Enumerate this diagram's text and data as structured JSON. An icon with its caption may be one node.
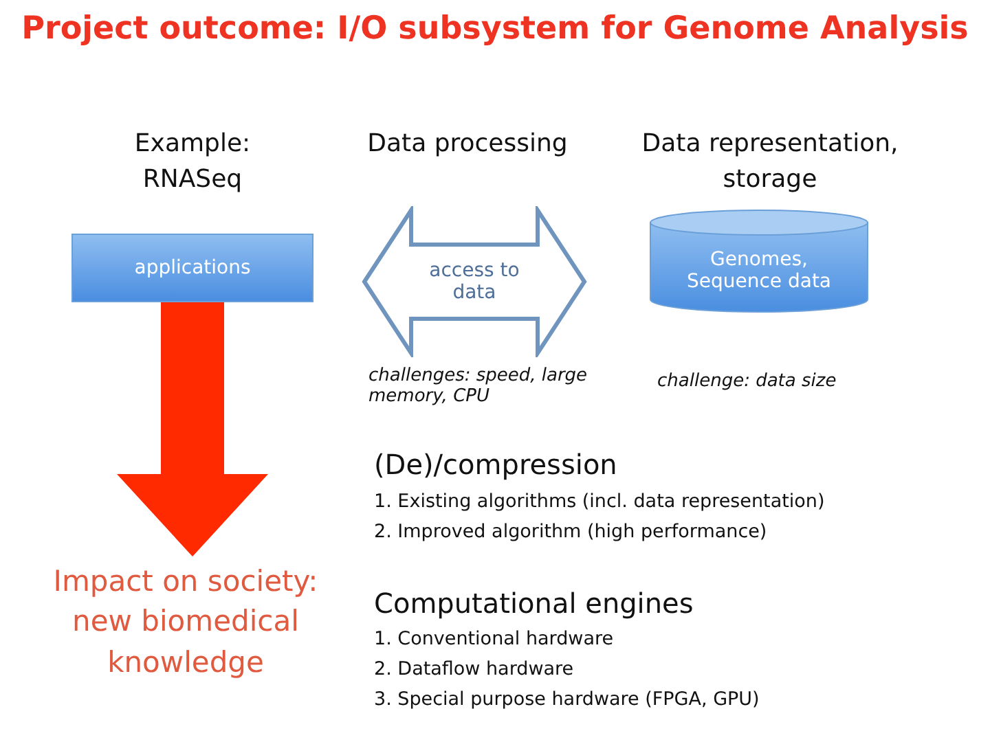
{
  "diagram": {
    "title": "Project outcome: I/O subsystem for Genome Analysis",
    "nodes": [
      {
        "text": [
          "applications"
        ]
      },
      {
        "text": [
          "access to data"
        ],
        "beside": [
          "challenges: speed, large memory, CPU"
        ]
      },
      {
        "text": [
          "Genomes, Sequence data"
        ],
        "beside": [
          "challenge: data size"
        ]
      },
      {
        "text": [
          "Impact on society: new biomedical knowledge"
        ]
      }
    ],
    "edges": [
      {
        "from": 0,
        "to": 3,
        "arrow": "to",
        "color": "#ff2a00"
      }
    ],
    "labels": [
      "Example: RNASeq",
      "Data processing",
      "Data representation, storage",
      "(De)/compression",
      "1. Existing algorithms (incl. data representation)",
      "2. Improved algorithm (high performance)",
      "Computational engines",
      "1. Conventional hardware",
      "2. Dataflow hardware",
      "3. Special purpose hardware (FPGA, GPU)"
    ]
  }
}
